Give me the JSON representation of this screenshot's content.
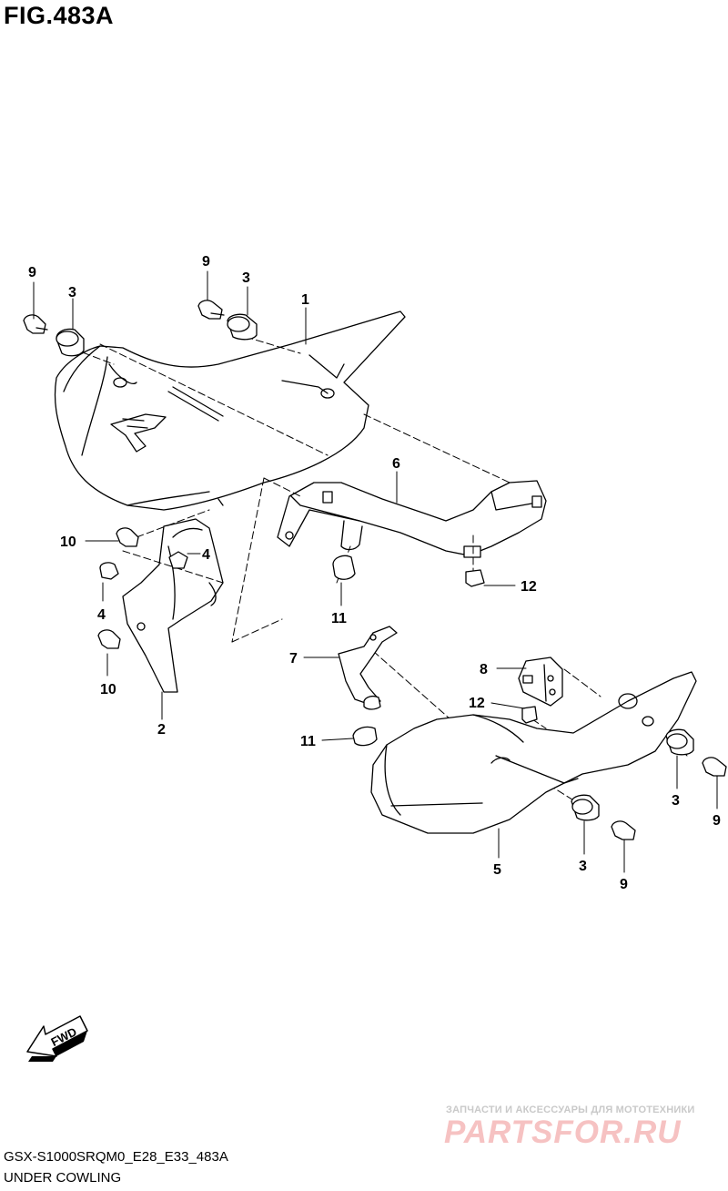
{
  "figure": {
    "title": "FIG.483A",
    "diagram_code": "GSX-S1000SRQM0_E28_E33_483A",
    "caption": "UNDER COWLING"
  },
  "direction_arrow": {
    "label": "FWD"
  },
  "callouts": [
    {
      "id": "c9a",
      "number": "9"
    },
    {
      "id": "c3a",
      "number": "3"
    },
    {
      "id": "c9b",
      "number": "9"
    },
    {
      "id": "c3b",
      "number": "3"
    },
    {
      "id": "c1",
      "number": "1"
    },
    {
      "id": "c6",
      "number": "6"
    },
    {
      "id": "c10a",
      "number": "10"
    },
    {
      "id": "c4a",
      "number": "4"
    },
    {
      "id": "c4b",
      "number": "4"
    },
    {
      "id": "c10b",
      "number": "10"
    },
    {
      "id": "c2",
      "number": "2"
    },
    {
      "id": "c11a",
      "number": "11"
    },
    {
      "id": "c12a",
      "number": "12"
    },
    {
      "id": "c7",
      "number": "7"
    },
    {
      "id": "c8",
      "number": "8"
    },
    {
      "id": "c12b",
      "number": "12"
    },
    {
      "id": "c11b",
      "number": "11"
    },
    {
      "id": "c3c",
      "number": "3"
    },
    {
      "id": "c9c",
      "number": "9"
    },
    {
      "id": "c5",
      "number": "5"
    },
    {
      "id": "c3d",
      "number": "3"
    },
    {
      "id": "c9d",
      "number": "9"
    }
  ],
  "watermark": {
    "tagline": "ЗАПЧАСТИ И АКСЕССУАРЫ ДЛЯ МОТОТЕХНИКИ",
    "brand": "PARTSFOR.RU",
    "color": "#f2a8a8"
  }
}
